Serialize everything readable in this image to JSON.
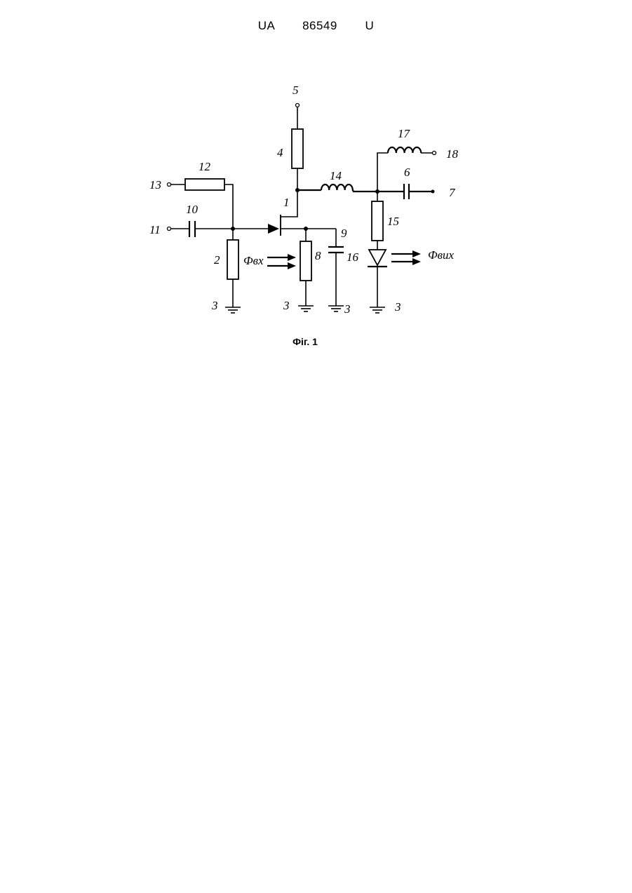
{
  "header": {
    "country": "UA",
    "number": "86549",
    "kind": "U"
  },
  "caption": "Фіг. 1",
  "labels": {
    "n1": "1",
    "n2": "2",
    "n3": "3",
    "n4": "4",
    "n5": "5",
    "n6": "6",
    "n7": "7",
    "n8": "8",
    "n9": "9",
    "n10": "10",
    "n11": "11",
    "n12": "12",
    "n13": "13",
    "n14": "14",
    "n15": "15",
    "n16": "16",
    "n17": "17",
    "n18": "18",
    "phi_in": "Фвх",
    "phi_out": "Фвих"
  }
}
